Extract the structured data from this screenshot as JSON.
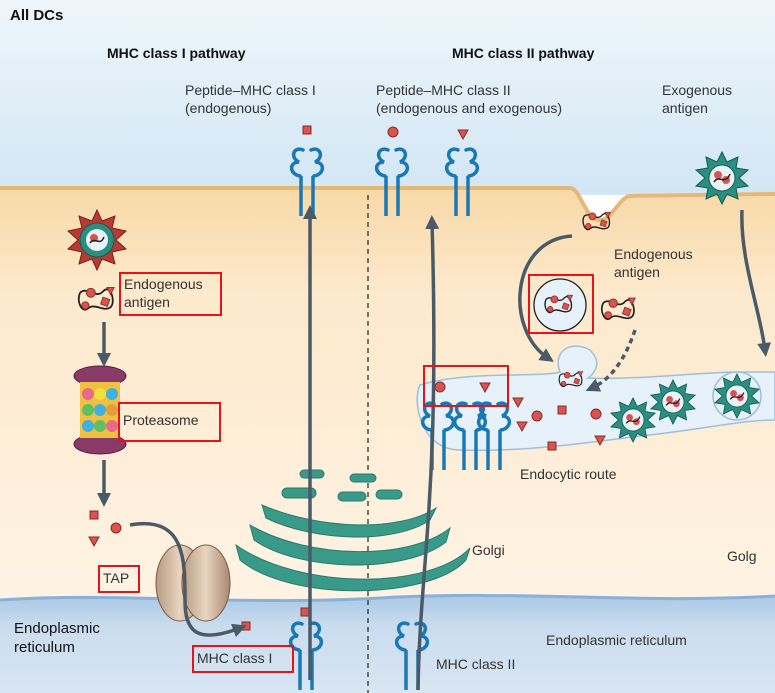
{
  "header": {
    "corner_label": "All DCs"
  },
  "pathways": {
    "class1_title": "MHC class I pathway",
    "class2_title": "MHC class II pathway"
  },
  "top_labels": {
    "pep_mhc1_line1": "Peptide–MHC class I",
    "pep_mhc1_line2": "(endogenous)",
    "pep_mhc2_line1": "Peptide–MHC class II",
    "pep_mhc2_line2": "(endogenous and exogenous)",
    "exo_line1": "Exogenous",
    "exo_line2": "antigen"
  },
  "left_labels": {
    "endo_antigen_line1": "Endogenous",
    "endo_antigen_line2": "antigen",
    "proteasome": "Proteasome",
    "tap": "TAP",
    "mhc1": "MHC class I",
    "er_line1": "Endoplasmic",
    "er_line2": "reticulum"
  },
  "right_labels": {
    "endo_antigen_line1": "Endogenous",
    "endo_antigen_line2": "antigen",
    "endocytic_route": "Endocytic route",
    "golgi": "Golgi",
    "golgi_right": "Golg",
    "er": "Endoplasmic reticulum",
    "mhc2": "MHC class II"
  },
  "colors": {
    "extracellular": "#dceef8",
    "cytoplasm": "#fde8c8",
    "er": "#c2d7ec",
    "mhc": "#1a78b4",
    "golgi": "#3a9a8a",
    "arrow": "#4a5a66",
    "highlight_box": "#e8121b"
  }
}
